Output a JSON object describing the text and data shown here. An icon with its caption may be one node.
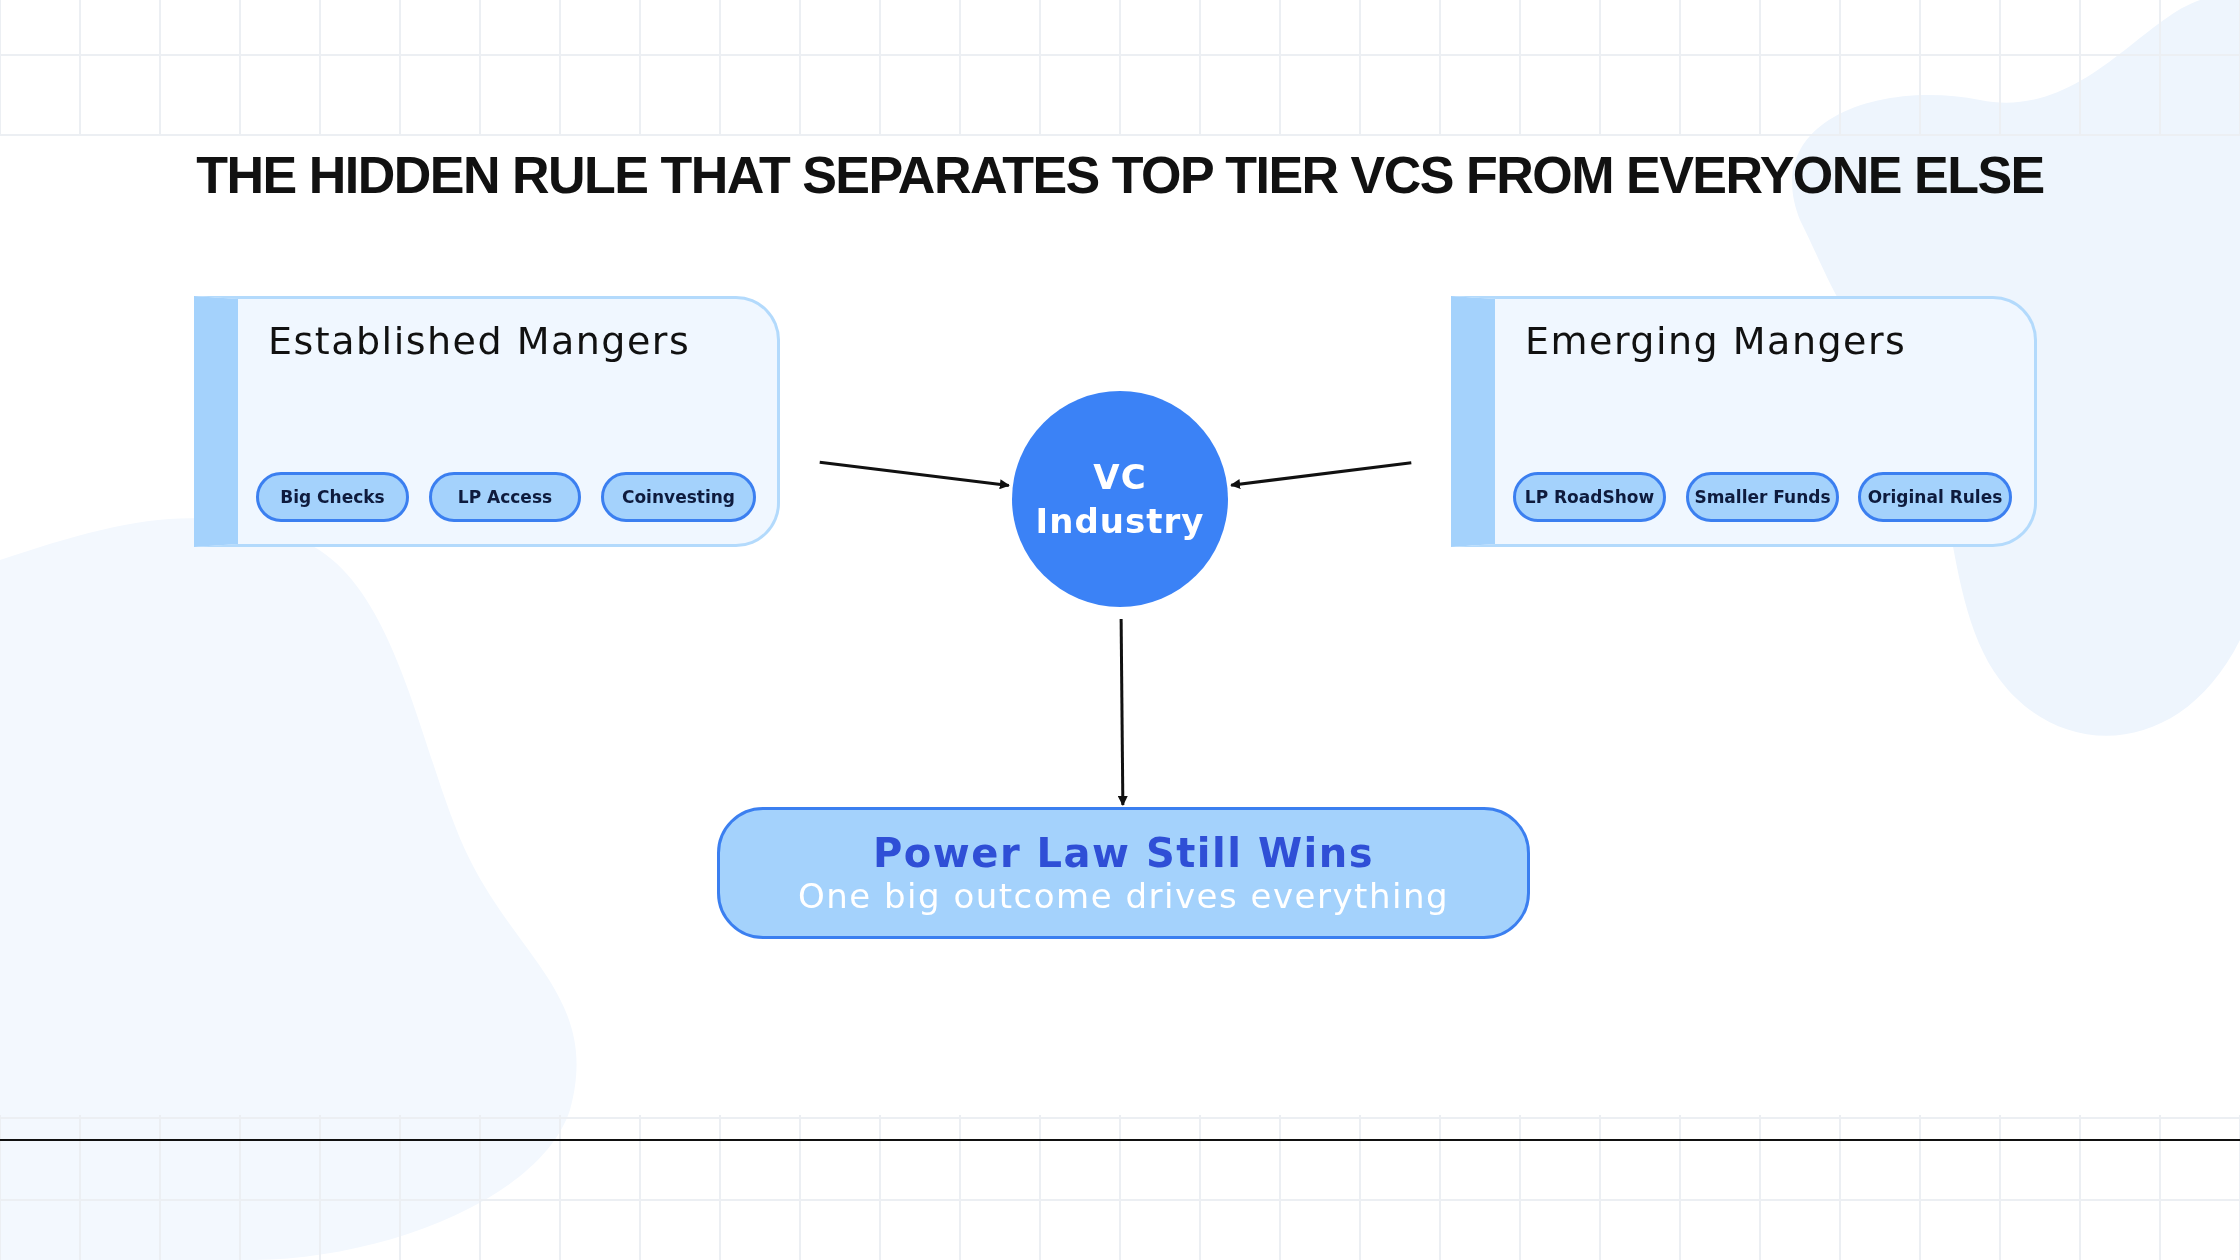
{
  "diagram": {
    "title": "THE HIDDEN RULE THAT SEPARATES TOP TIER VCS FROM EVERYONE ELSE",
    "nodes": [
      {
        "text": [
          "Established Mangers"
        ]
      },
      {
        "text": [
          "Big Checks"
        ],
        "in": 0
      },
      {
        "text": [
          "LP Access"
        ],
        "in": 0
      },
      {
        "text": [
          "Coinvesting"
        ],
        "in": 0
      },
      {
        "text": [
          "VC Industry"
        ]
      },
      {
        "text": [
          "Emerging Mangers"
        ]
      },
      {
        "text": [
          "LP RoadShow"
        ],
        "in": 5
      },
      {
        "text": [
          "Smaller Funds"
        ],
        "in": 5
      },
      {
        "text": [
          "Original Rules"
        ],
        "in": 5
      },
      {
        "text": [
          "Power Law Still Wins",
          "One big outcome drives everything"
        ]
      }
    ],
    "edges": [
      {
        "from": 0,
        "to": 4,
        "arrow": "to"
      },
      {
        "from": 5,
        "to": 4,
        "arrow": "to"
      },
      {
        "from": 4,
        "to": 9,
        "arrow": "to"
      }
    ]
  }
}
